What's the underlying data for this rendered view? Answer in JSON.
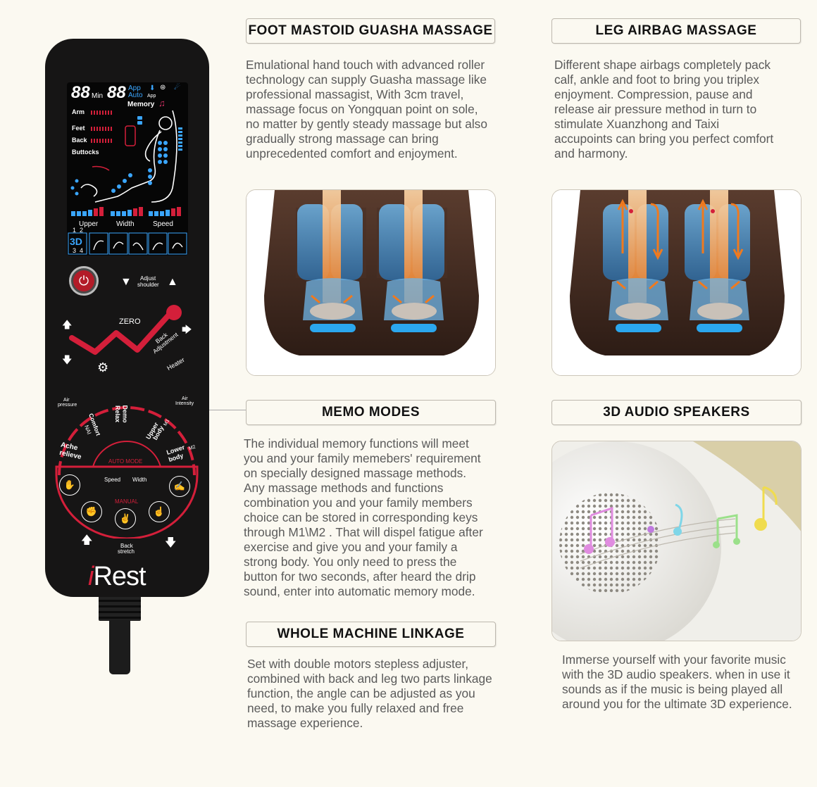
{
  "sections": {
    "foot": {
      "title": "FOOT MASTOID GUASHA MASSAGE",
      "lines": [
        "Emulational hand touch with advanced roller",
        "technology can supply Guasha massage like",
        "professional massagist, With 3cm travel,",
        "massage focus on Yongquan point on sole,",
        "no matter by gently steady massage but also",
        "gradually strong massage can bring",
        "unprecedented comfort and enjoyment."
      ]
    },
    "leg": {
      "title": "LEG AIRBAG MASSAGE",
      "lines": [
        "Different shape airbags completely pack",
        "calf, ankle and foot to bring you triplex",
        "enjoyment. Compression, pause and",
        "release air pressure method in turn to",
        "stimulate Xuanzhong and Taixi",
        "accupoints can bring you perfect comfort",
        "and harmony."
      ]
    },
    "memo": {
      "title": "MEMO MODES",
      "lines": [
        "The individual memory functions will meet",
        "you and your family memebers' requirement",
        "on specially designed massage methods.",
        "Any massage methods and functions",
        "combination you and your family members",
        "choice can be stored in corresponding keys",
        "through M1\\M2 . That will dispel  fatigue after",
        "exercise and  give you and your family a",
        "strong body. You only need to press the",
        "button for two seconds, after heard the drip",
        "sound, enter into automatic memory mode."
      ]
    },
    "audio": {
      "title": "3D AUDIO SPEAKERS",
      "lines": [
        "Immerse yourself with your favorite music",
        "with the 3D audio speakers. when in use it",
        "sounds as if the music is being played all",
        "around you for the ultimate 3D experience."
      ]
    },
    "linkage": {
      "title": "WHOLE MACHINE LINKAGE",
      "lines": [
        "Set with double motors stepless adjuster,",
        "combined with back and leg two parts linkage",
        "function, the angle can be adjusted as you",
        "need, to make you fully relaxed and free",
        "massage experience."
      ]
    }
  },
  "remote": {
    "brand_i": "i",
    "brand_rest": "Rest",
    "lcd": {
      "digits1": "88",
      "min": "Min",
      "digits2": "88",
      "app": "App",
      "auto": "Auto",
      "app2": "App",
      "memory": "Memory",
      "arm": "Arm",
      "feet": "Feet",
      "back": "Back",
      "buttocks": "Buttocks",
      "upper": "Upper",
      "width": "Width",
      "speed": "Speed",
      "mode_3d": "3D",
      "n1": "1",
      "n2": "2",
      "n3": "3",
      "n4": "4"
    },
    "adjust_shoulder_1": "Adjust",
    "adjust_shoulder_2": "shoulder",
    "zero": "ZERO",
    "back_adjustment_1": "Back",
    "back_adjustment_2": "Adjustment",
    "heater": "Heater",
    "air_pressure_1": "Air",
    "air_pressure_2": "pressure",
    "air_intensity_1": "Air",
    "air_intensity_2": "Intensity",
    "demo": "Demo",
    "relax": "Relax",
    "comfort": "Comfort",
    "nai": "NAI",
    "upper_body": "Upper",
    "upper_body_2": "body",
    "m1": "M1",
    "ache": "Ache",
    "relieve": "relieve",
    "lower_body": "Lower",
    "lower_body_2": "body",
    "m2": "M2",
    "auto_mode": "AUTO MODE",
    "speed": "Speed",
    "width": "Width",
    "manual": "MANUAL",
    "back_stretch_1": "Back",
    "back_stretch_2": "stretch"
  },
  "colors": {
    "accent_red": "#d41f3a",
    "lcd_blue": "#3aa6ff",
    "orange_arrow": "#f07a1e"
  }
}
